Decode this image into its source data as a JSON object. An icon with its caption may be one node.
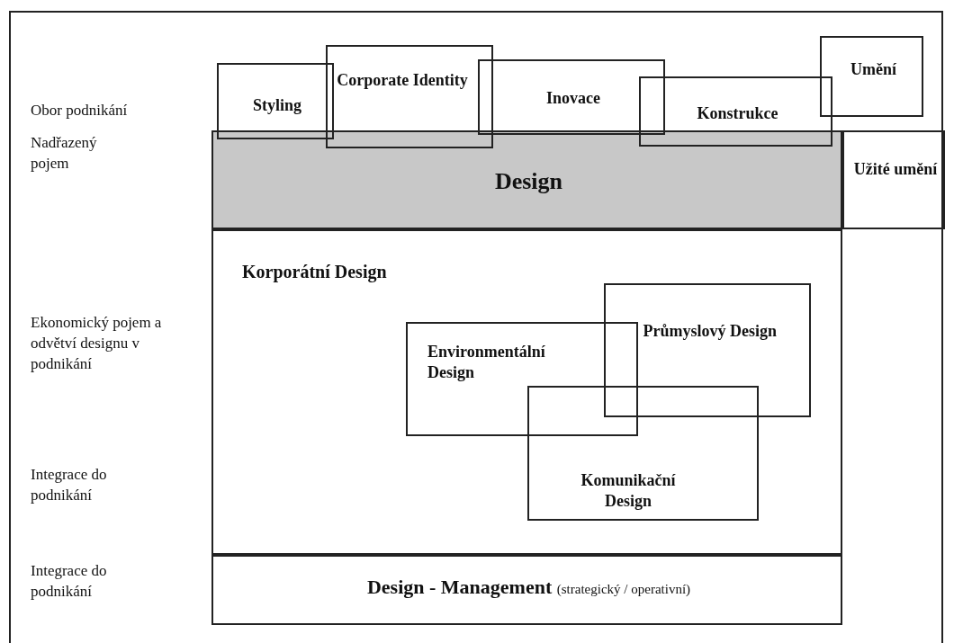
{
  "diagram": {
    "nodes": [
      {
        "text": [
          "Styling"
        ]
      },
      {
        "text": [
          "Corporate Identity"
        ]
      },
      {
        "text": [
          "Inovace"
        ]
      },
      {
        "text": [
          "Umění"
        ]
      },
      {
        "text": [
          "Konstrukce"
        ]
      },
      {
        "text": [
          "Design"
        ]
      },
      {
        "text": [
          "Užité umění"
        ]
      },
      {
        "text": [
          "Korporátní Design"
        ]
      },
      {
        "text": [
          "Průmyslový Design"
        ],
        "in": 7
      },
      {
        "text": [
          "Environmentální Design"
        ],
        "in": 7
      },
      {
        "text": [
          "Komunikační Design"
        ],
        "in": 7
      },
      {
        "text": [
          "Design - Management",
          "(strategický / operativní)"
        ]
      }
    ],
    "edges": [],
    "labels": [
      "Obor podnikání",
      "Nadřazený pojem",
      "Ekonomický pojem a odvětví designu v podnikání",
      "Integrace do podnikání",
      "Integrace do podnikání"
    ]
  }
}
